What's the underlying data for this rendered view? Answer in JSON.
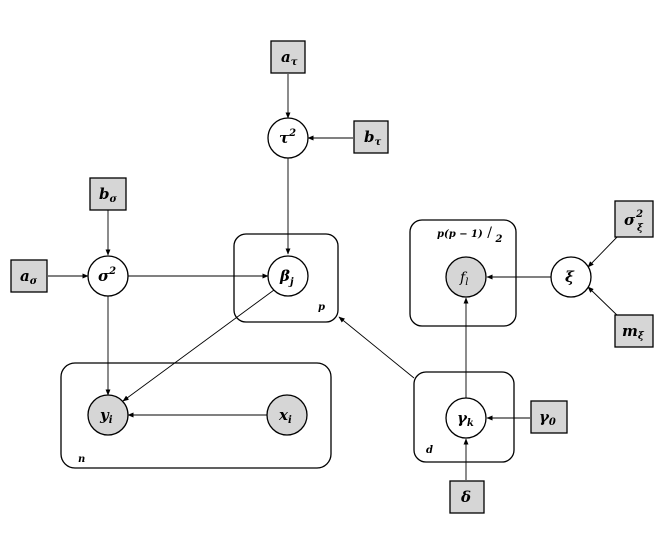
{
  "nodes": {
    "a_tau": {
      "base": "a",
      "sub": "τ"
    },
    "tau2": {
      "base": "τ",
      "sup": "2"
    },
    "b_tau": {
      "base": "b",
      "sub": "τ"
    },
    "b_sigma": {
      "base": "b",
      "sub": "σ"
    },
    "a_sigma": {
      "base": "a",
      "sub": "σ"
    },
    "sigma2": {
      "base": "σ",
      "sup": "2"
    },
    "beta_j": {
      "base": "β",
      "sub": "j"
    },
    "y_i": {
      "base": "y",
      "sub": "i"
    },
    "x_i": {
      "base": "x",
      "sub": "i"
    },
    "f_l": {
      "base": "f",
      "sub": "l"
    },
    "xi": {
      "base": "ξ"
    },
    "sigma_xi2": {
      "base": "σ",
      "sub": "ξ",
      "sup": "2"
    },
    "m_xi": {
      "base": "m",
      "sub": "ξ"
    },
    "gamma_k": {
      "base": "γ",
      "sub": "k"
    },
    "gamma_0": {
      "base": "γ",
      "sub": "0"
    },
    "delta": {
      "base": "δ"
    }
  },
  "plates": {
    "p": "p",
    "n": "n",
    "d": "d",
    "pairs_num": "p(p − 1)",
    "pairs_den": "2"
  }
}
